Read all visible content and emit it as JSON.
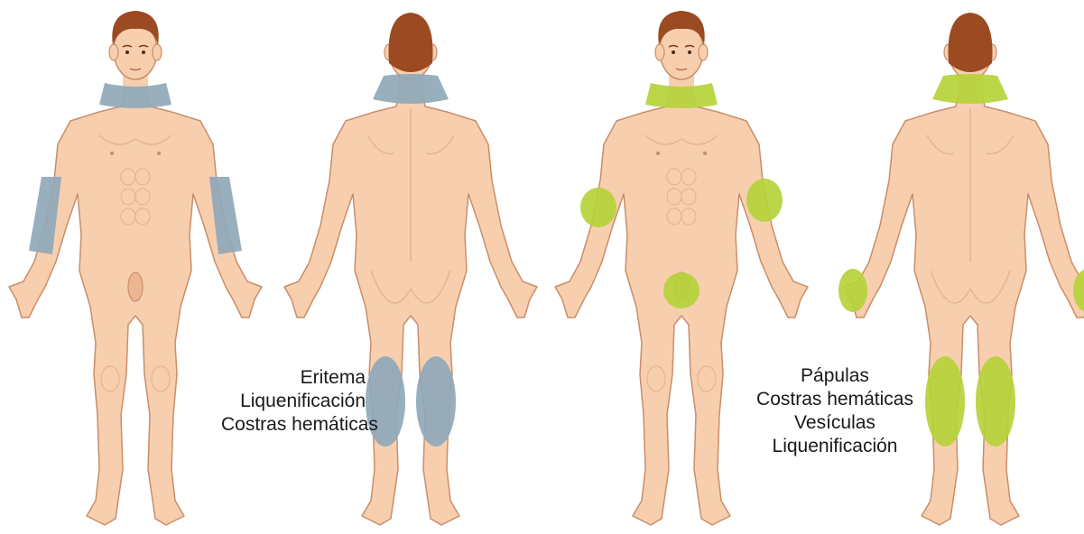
{
  "colors": {
    "skin": "#f7cfae",
    "skin_shadow": "#eab48e",
    "outline": "#c98e6a",
    "hair": "#9b4a22",
    "hair_dark": "#7d3718",
    "lesion_blue": "#8fa8b8",
    "lesion_green": "#b5d33a",
    "text": "#1a1a1a"
  },
  "figures": [
    {
      "view": "front",
      "lesion_color": "lesion_blue",
      "lesion_regions": [
        "neck",
        "left-forearm",
        "right-forearm"
      ]
    },
    {
      "view": "back",
      "lesion_color": "lesion_blue",
      "lesion_regions": [
        "nape",
        "left-popliteal",
        "right-popliteal"
      ]
    },
    {
      "view": "front",
      "lesion_color": "lesion_green",
      "lesion_regions": [
        "neck",
        "left-elbow",
        "right-elbow",
        "genitals"
      ]
    },
    {
      "view": "back",
      "lesion_color": "lesion_green",
      "lesion_regions": [
        "nape",
        "left-hand",
        "right-hand",
        "left-popliteal",
        "right-popliteal"
      ]
    }
  ],
  "labels_a": [
    "Eritema",
    "Liquenificación",
    "Costras hemáticas"
  ],
  "labels_b": [
    "Pápulas",
    "Costras hemáticas",
    "Vesículas",
    "Liquenificación"
  ]
}
